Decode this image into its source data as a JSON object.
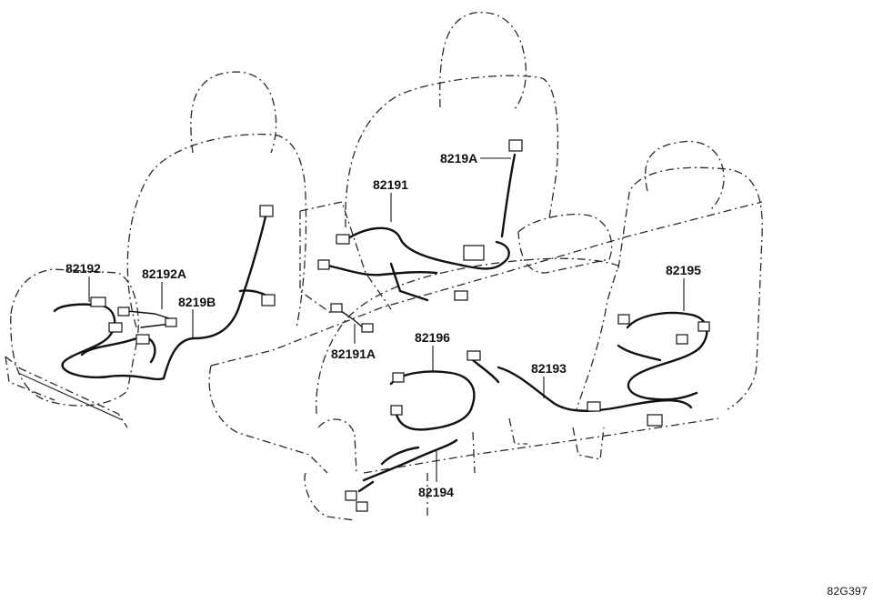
{
  "labels": {
    "p82192": "82192",
    "p82192A": "82192A",
    "p8219B": "8219B",
    "p82191": "82191",
    "p8219A": "8219A",
    "p82191A": "82191A",
    "p82196": "82196",
    "p82193": "82193",
    "p82194": "82194",
    "p82195": "82195"
  },
  "figure_code": "82G397"
}
